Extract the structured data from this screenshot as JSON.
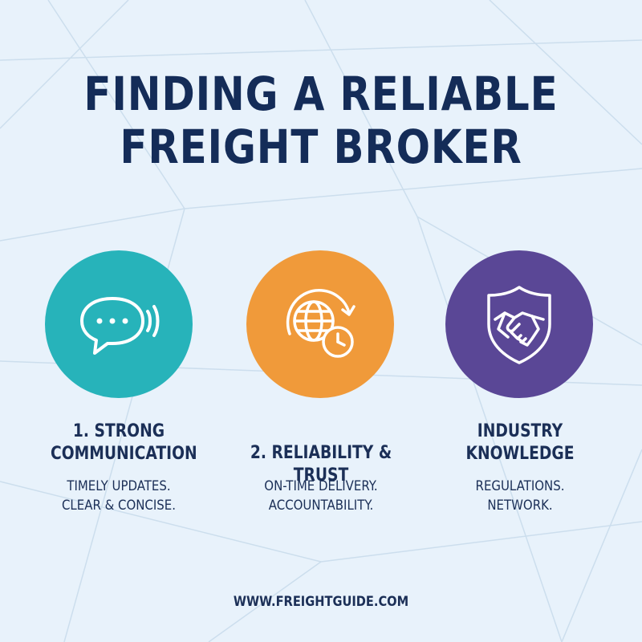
{
  "title": {
    "line1": "FINDING A RELIABLE",
    "line2": "FREIGHT BROKER"
  },
  "colors": {
    "background": "#e8f2fb",
    "text": "#1b2f57",
    "teal": "#27b3ba",
    "orange": "#f09a3a",
    "purple": "#5a4796"
  },
  "items": [
    {
      "icon": "speech-bubble-icon",
      "heading_lines": [
        "1. STRONG",
        "COMMUNICATION"
      ],
      "sub_lines": [
        "TIMELY UPDATES.",
        "CLEAR & CONCISE."
      ]
    },
    {
      "icon": "globe-clock-icon",
      "heading_lines": [
        "2. RELIABILITY & TRUST"
      ],
      "sub_lines": [
        "ON-TIME DELIVERY.",
        "ACCOUNTABILITY."
      ]
    },
    {
      "icon": "handshake-shield-icon",
      "heading_lines": [
        "INDUSTRY",
        "KNOWLEDGE"
      ],
      "sub_lines": [
        "REGULATIONS.",
        "NETWORK."
      ]
    }
  ],
  "footer": "WWW.FREIGHTGUIDE.COM"
}
